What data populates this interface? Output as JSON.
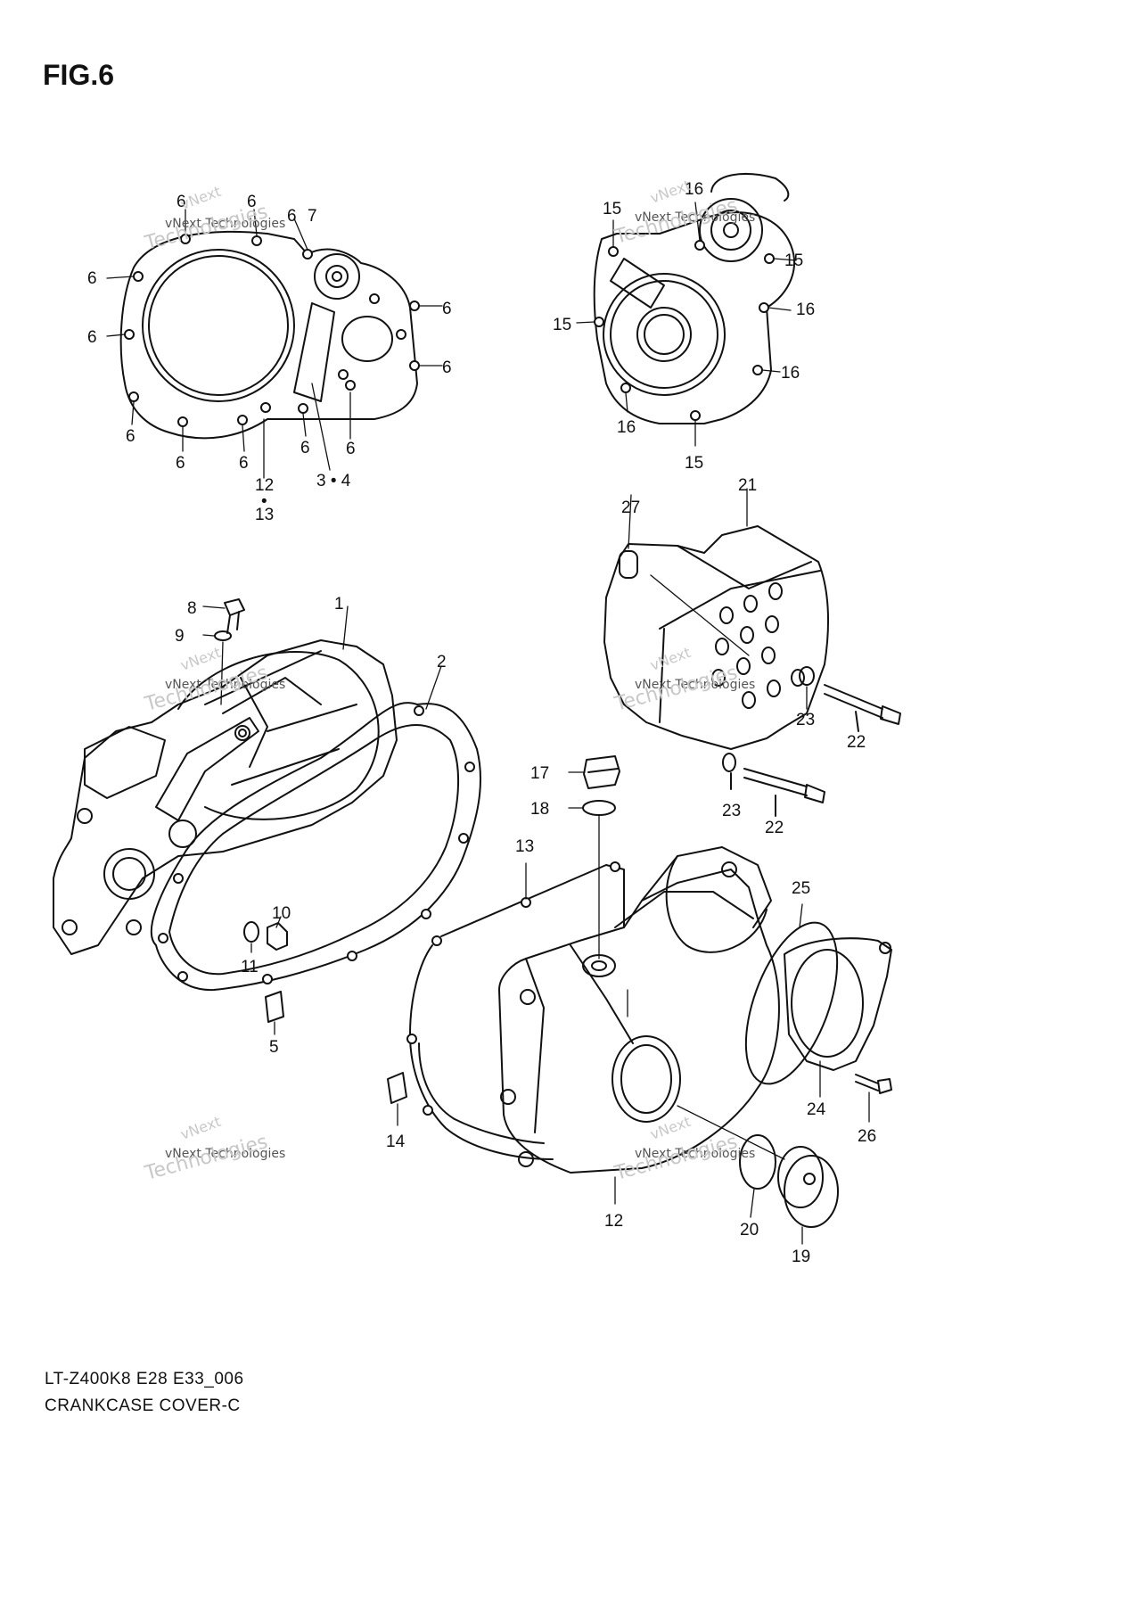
{
  "figure": {
    "title": "FIG.6",
    "model_code": "LT-Z400K8 E28 E33_006",
    "name": "CRANKCASE COVER-C"
  },
  "watermark": {
    "line1": "vNext",
    "line2": "vNext Technologies",
    "line3": "Technologies"
  },
  "callouts": {
    "c1": "1",
    "c2": "2",
    "c3_4": "3 • 4",
    "c5": "5",
    "c6": "6",
    "c7": "7",
    "c8": "8",
    "c9": "9",
    "c10": "10",
    "c11": "11",
    "c12": "12",
    "c12_dot": "•",
    "c13": "13",
    "c14": "14",
    "c15": "15",
    "c16": "16",
    "c17": "17",
    "c18": "18",
    "c19": "19",
    "c20": "20",
    "c21": "21",
    "c22": "22",
    "c23": "23",
    "c24": "24",
    "c25": "25",
    "c26": "26",
    "c27": "27"
  }
}
